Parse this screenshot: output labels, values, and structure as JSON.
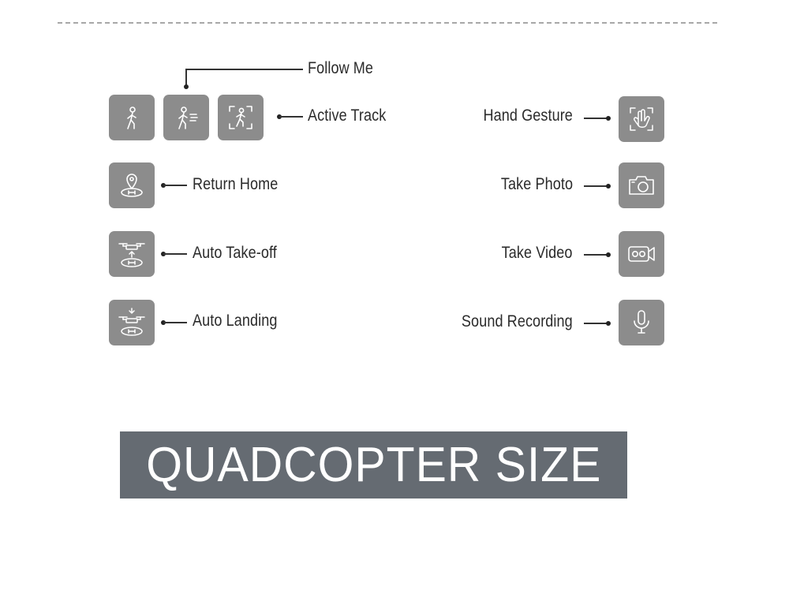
{
  "labels": {
    "follow_me": "Follow Me",
    "active_track": "Active Track",
    "return_home": "Return Home",
    "auto_takeoff": "Auto Take-off",
    "auto_landing": "Auto Landing",
    "hand_gesture": "Hand Gesture",
    "take_photo": "Take Photo",
    "take_video": "Take Video",
    "sound_recording": "Sound Recording"
  },
  "banner": {
    "title": "QUADCOPTER SIZE"
  },
  "icons": [
    "walking-person-icon",
    "follow-me-icon",
    "active-track-icon",
    "return-home-icon",
    "auto-takeoff-icon",
    "auto-landing-icon",
    "hand-gesture-icon",
    "camera-icon",
    "video-camera-icon",
    "microphone-icon"
  ],
  "colors": {
    "icon_bg": "#8c8c8c",
    "banner_bg": "#656b72",
    "text": "#2b2b2b"
  }
}
